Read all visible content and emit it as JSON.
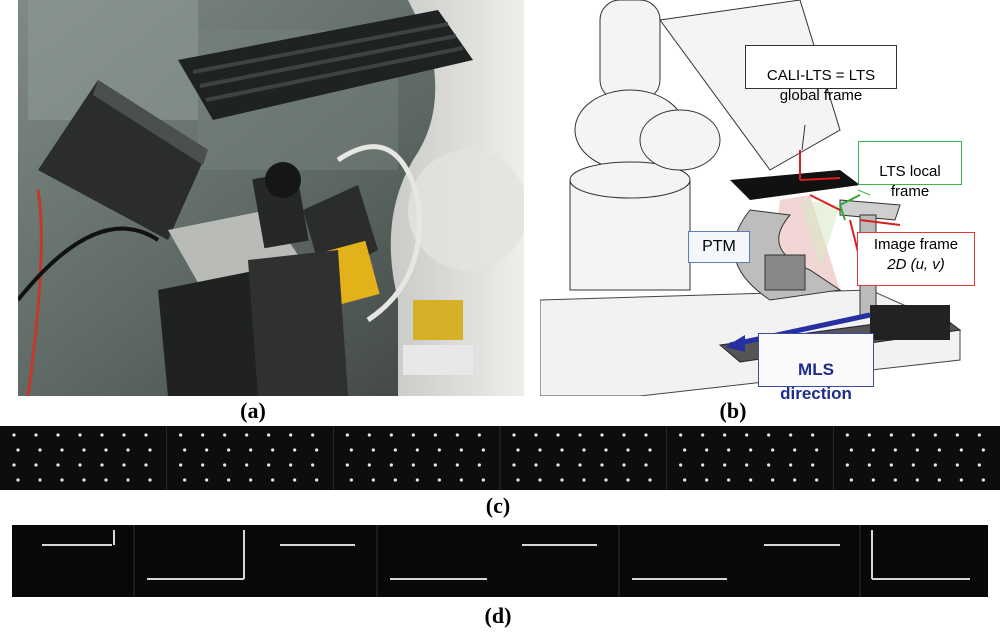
{
  "figure": {
    "panel_a": {
      "caption": "(a)"
    },
    "panel_b": {
      "caption": "(b)",
      "labels": {
        "global_frame": "CALI-LTS = LTS\nglobal frame",
        "local_frame": "LTS local\nframe",
        "ptm": "PTM",
        "image_frame_line1": "Image frame",
        "image_frame_line2": "2D (u, v)",
        "mls": "MLS\ndirection"
      }
    },
    "panel_c": {
      "caption": "(c)"
    },
    "panel_d": {
      "caption": "(d)"
    }
  },
  "colors": {
    "global_frame_border": "#333333",
    "local_frame_border": "#39b54a",
    "ptm_border": "#5b7fb5",
    "image_frame_border": "#e03a3a",
    "mls_border": "#3b4aa8",
    "mls_text": "#1f2d8a",
    "arrow_blue": "#2630a0"
  }
}
